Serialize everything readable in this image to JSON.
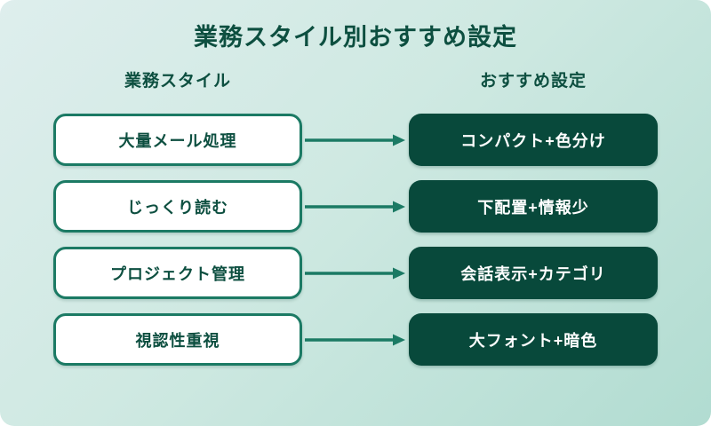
{
  "title": "業務スタイル別おすすめ設定",
  "columns": {
    "left_header": "業務スタイル",
    "right_header": "おすすめ設定"
  },
  "rows": [
    {
      "style": "大量メール処理",
      "setting": "コンパクト+色分け"
    },
    {
      "style": "じっくり読む",
      "setting": "下配置+情報少"
    },
    {
      "style": "プロジェクト管理",
      "setting": "会話表示+カテゴリ"
    },
    {
      "style": "視認性重視",
      "setting": "大フォント+暗色"
    }
  ],
  "icons": {
    "arrow": "right-arrow-icon"
  },
  "colors": {
    "background_gradient_start": "#deeeed",
    "background_gradient_end": "#b1dcd1",
    "dark_green_box": "#08493b",
    "teal_accent": "#1b7a64",
    "heading_text": "#0d4f40",
    "white_box": "#ffffff"
  }
}
